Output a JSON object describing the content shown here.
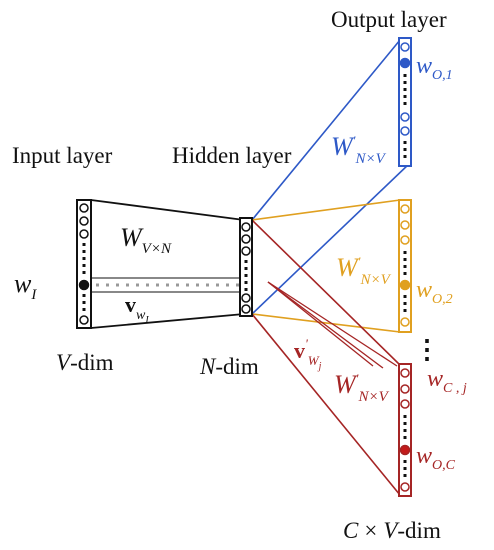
{
  "labels": {
    "output_layer": "Output layer",
    "input_layer": "Input layer",
    "hidden_layer": "Hidden layer",
    "v_dim_var": "V",
    "v_dim_suffix": "-dim",
    "n_dim_var": "N",
    "n_dim_suffix": "-dim",
    "cxv_c": "C",
    "cxv_times": "×",
    "cxv_v": "V",
    "cxv_suffix": "-dim",
    "ellipsis": "⋮"
  },
  "math": {
    "w_i": {
      "base": "w",
      "sub": "I"
    },
    "w_vxn": {
      "base": "W",
      "sub": "V×N"
    },
    "v_wi": {
      "base": "v",
      "sub": "w",
      "subsub": "I"
    },
    "w_nxv_blue": {
      "base": "W",
      "prime": "'",
      "sub": "N×V"
    },
    "w_nxv_orange": {
      "base": "W",
      "prime": "'",
      "sub": "N×V"
    },
    "w_nxv_red": {
      "base": "W",
      "prime": "'",
      "sub": "N×V"
    },
    "v_wj": {
      "base": "v",
      "prime": "'",
      "sub": "W",
      "subsub": "j"
    },
    "w_o1": {
      "base": "w",
      "sub": "O,1"
    },
    "w_o2": {
      "base": "w",
      "sub": "O,2"
    },
    "w_cj": {
      "base": "w",
      "sub": "C , j"
    },
    "w_oc": {
      "base": "w",
      "sub": "O,C"
    }
  },
  "colors": {
    "black": "#111111",
    "blue": "#2e59c7",
    "orange": "#e0a020",
    "red": "#a52525",
    "gray_dots": "#999999"
  }
}
